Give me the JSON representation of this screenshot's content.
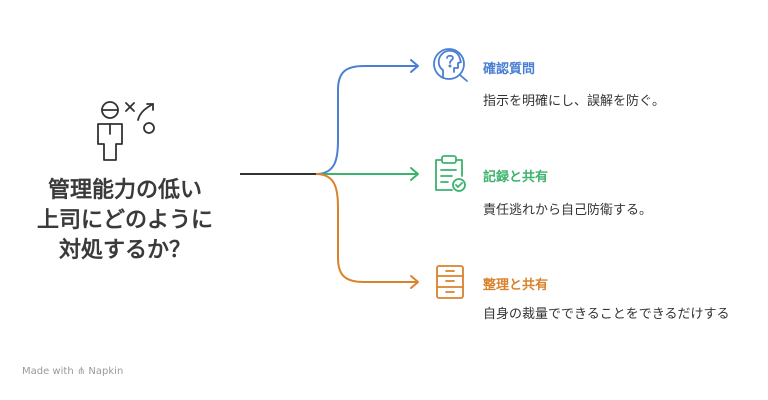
{
  "main_title": {
    "line1": "管理能力の低い",
    "line2": "上司にどのように",
    "line3": "対処するか？"
  },
  "branches": [
    {
      "title": "確認質問",
      "description": "指示を明確にし、誤解を防ぐ。",
      "icon": "head-question-magnifier-icon",
      "color": "#4a7fd4"
    },
    {
      "title": "記録と共有",
      "description": "責任逃れから自己防衛する。",
      "icon": "clipboard-check-icon",
      "color": "#3bb36c"
    },
    {
      "title": "整理と共有",
      "description": "自身の裁量でできることをできるだけする",
      "icon": "filing-cabinet-icon",
      "color": "#d9822b"
    }
  ],
  "footer": {
    "made_with": "Made with",
    "brand": "Napkin"
  },
  "colors": {
    "stem": "#333333",
    "figure": "#333333"
  }
}
